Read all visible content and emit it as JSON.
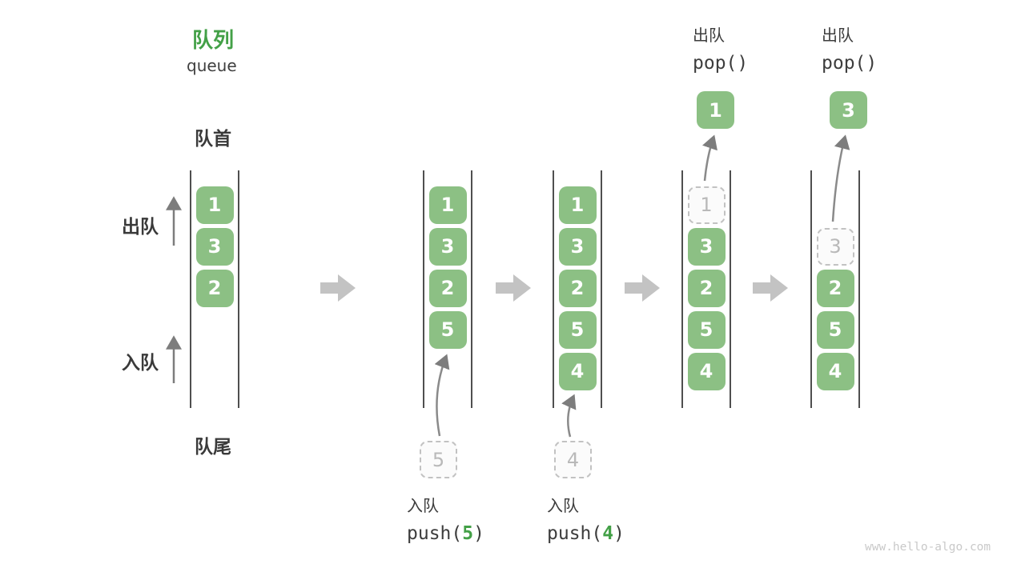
{
  "title": {
    "zh": "队列",
    "en": "queue"
  },
  "labels": {
    "front": "队首",
    "rear": "队尾",
    "dequeue": "出队",
    "enqueue": "入队"
  },
  "watermark": "www.hello-algo.com",
  "colors": {
    "accent_green": "#43a047",
    "box_green": "#8cc084",
    "text_dark": "#3d3d3d",
    "thin_arrow_gray": "#7d7d7d",
    "big_arrow_gray": "#c3c3c3",
    "dashed_border_gray": "#c2c2c2",
    "watermark_gray": "#c9c9c9"
  },
  "states": [
    {
      "boxes": [
        {
          "value": "1",
          "slot": 0
        },
        {
          "value": "3",
          "slot": 1
        },
        {
          "value": "2",
          "slot": 2
        }
      ]
    },
    {
      "boxes": [
        {
          "value": "1",
          "slot": 0
        },
        {
          "value": "3",
          "slot": 1
        },
        {
          "value": "2",
          "slot": 2
        },
        {
          "value": "5",
          "slot": 3
        }
      ],
      "pending": {
        "value": "5"
      },
      "operation": {
        "label": "入队",
        "code_prefix": "push(",
        "code_arg": "5",
        "code_suffix": ")"
      }
    },
    {
      "boxes": [
        {
          "value": "1",
          "slot": 0
        },
        {
          "value": "3",
          "slot": 1
        },
        {
          "value": "2",
          "slot": 2
        },
        {
          "value": "5",
          "slot": 3
        },
        {
          "value": "4",
          "slot": 4
        }
      ],
      "pending": {
        "value": "4"
      },
      "operation": {
        "label": "入队",
        "code_prefix": "push(",
        "code_arg": "4",
        "code_suffix": ")"
      }
    },
    {
      "boxes": [
        {
          "value": "1",
          "slot": 0,
          "dashed": true
        },
        {
          "value": "3",
          "slot": 1
        },
        {
          "value": "2",
          "slot": 2
        },
        {
          "value": "5",
          "slot": 3
        },
        {
          "value": "4",
          "slot": 4
        }
      ],
      "popped": {
        "value": "1"
      },
      "operation": {
        "label": "出队",
        "code_prefix": "pop(",
        "code_arg": "",
        "code_suffix": ")"
      }
    },
    {
      "boxes": [
        {
          "value": "3",
          "slot": 1,
          "dashed": true
        },
        {
          "value": "2",
          "slot": 2
        },
        {
          "value": "5",
          "slot": 3
        },
        {
          "value": "4",
          "slot": 4
        }
      ],
      "popped": {
        "value": "3"
      },
      "operation": {
        "label": "出队",
        "code_prefix": "pop(",
        "code_arg": "",
        "code_suffix": ")"
      }
    }
  ]
}
